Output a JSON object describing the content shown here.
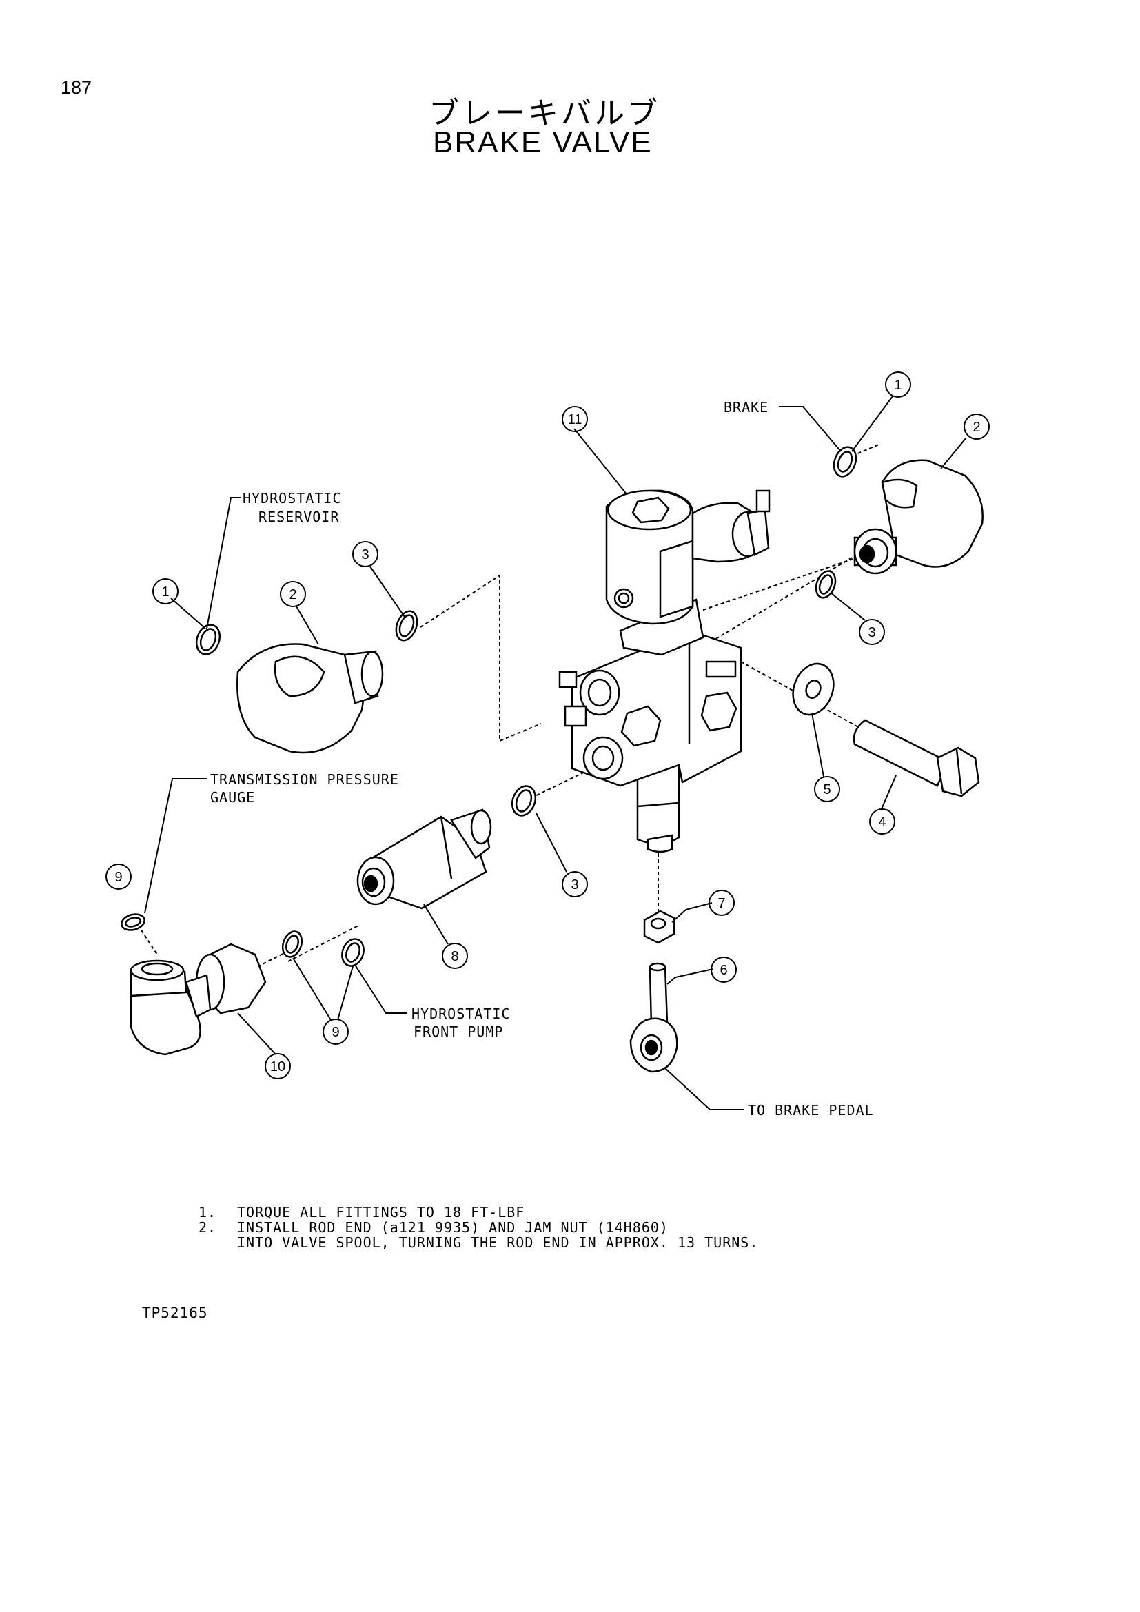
{
  "page_number": "187",
  "title_jp": "ブレーキバルブ",
  "title_en": "BRAKE VALVE",
  "labels": {
    "brake": "BRAKE",
    "hydrostatic_reservoir_1": "HYDROSTATIC",
    "hydrostatic_reservoir_2": "RESERVOIR",
    "transmission_gauge_1": "TRANSMISSION PRESSURE",
    "transmission_gauge_2": "GAUGE",
    "hydrostatic_front_pump_1": "HYDROSTATIC",
    "hydrostatic_front_pump_2": "FRONT PUMP",
    "to_brake_pedal": "TO BRAKE PEDAL"
  },
  "callouts": {
    "c1_top": "1",
    "c2_top": "2",
    "c3_right": "3",
    "c11": "11",
    "c3_left": "3",
    "c1_left": "1",
    "c2_left": "2",
    "c5": "5",
    "c4": "4",
    "c3_bottom": "3",
    "c9_top": "9",
    "c8": "8",
    "c7": "7",
    "c6": "6",
    "c9_bottom": "9",
    "c10": "10"
  },
  "notes": [
    {
      "num": "1.",
      "text": "TORQUE ALL FITTINGS TO 18 FT-LBF"
    },
    {
      "num": "2.",
      "text": "INSTALL ROD END (a121 9935) AND JAM NUT (14H860)"
    }
  ],
  "note_2_continued": "INTO VALVE SPOOL, TURNING THE ROD END IN APPROX. 13 TURNS.",
  "drawing_id": "TP52165"
}
